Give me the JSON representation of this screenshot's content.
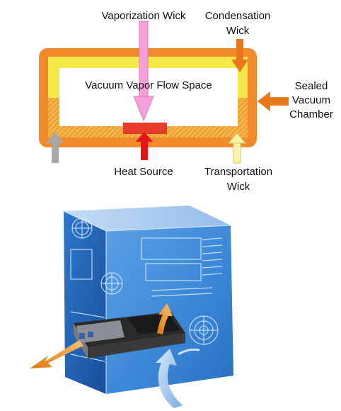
{
  "labels": {
    "vaporization_wick": "Vaporization Wick",
    "condensation_wick_line1": "Condensation",
    "condensation_wick_line2": "Wick",
    "vacuum_vapor_flow_space": "Vacuum Vapor Flow Space",
    "sealed_vacuum_chamber_line1": "Sealed",
    "sealed_vacuum_chamber_line2": "Vacuum",
    "sealed_vacuum_chamber_line3": "Chamber",
    "heat_source": "Heat Source",
    "transportation_wick_line1": "Transportation",
    "transportation_wick_line2": "Wick"
  },
  "colors": {
    "chamber_outer": "#f08a2c",
    "chamber_inner_light": "#f7e84a",
    "hatch_band": "#f0a838",
    "vapor_space": "#ffffff",
    "heat_source": "#e83a2a",
    "arrow_pink": "#f6a0d8",
    "arrow_orange": "#e8781a",
    "arrow_red": "#e8141a",
    "arrow_light_yellow": "#fbf3a8",
    "arrow_gray": "#a8a8a8",
    "case_blue": "#4a8fd8",
    "case_blue_dark": "#1f5ea8",
    "hot_air_orange": "#e8901a",
    "cool_air_blue": "#9cc3ec"
  },
  "icons": {
    "top_diagram": "heat-pipe-cross-section-diagram",
    "bottom_illustration": "computer-case-with-graphics-card-airflow-illustration"
  }
}
